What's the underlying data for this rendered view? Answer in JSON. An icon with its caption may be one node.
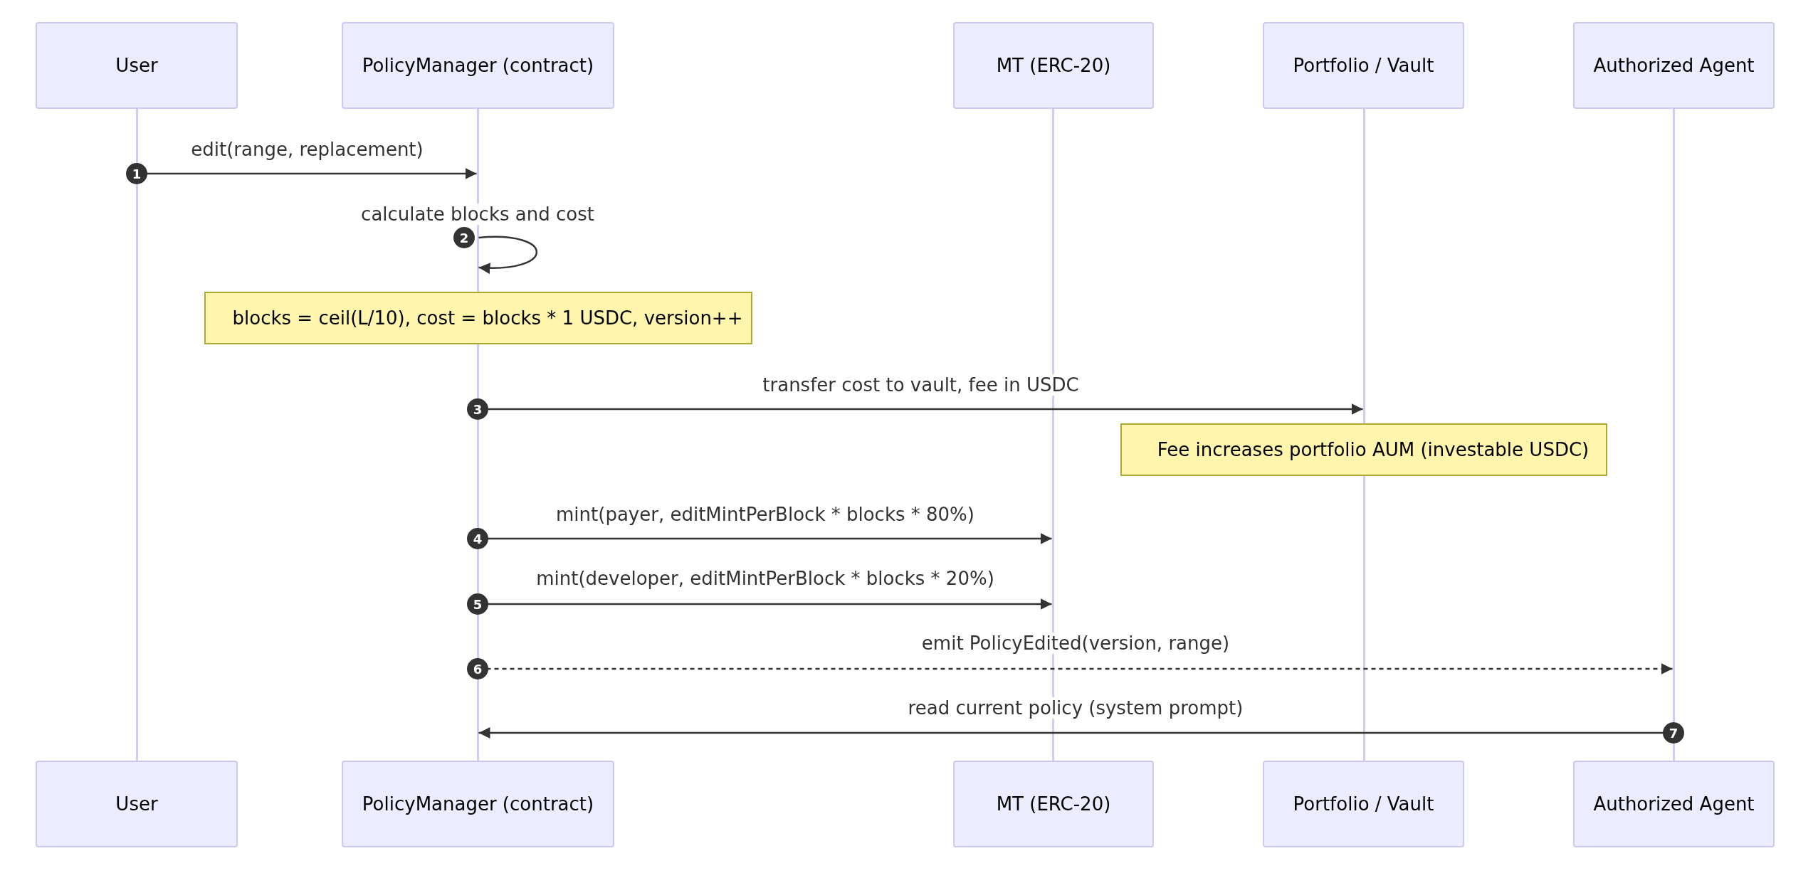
{
  "diagram": {
    "nodes": [
      {
        "text": [
          "User"
        ]
      },
      {
        "text": [
          "PolicyManager (contract)"
        ]
      },
      {
        "text": [
          "MT (ERC-20)"
        ]
      },
      {
        "text": [
          "Portfolio / Vault"
        ]
      },
      {
        "text": [
          "Authorized Agent"
        ]
      },
      {
        "text": [],
        "shape": "bar"
      },
      {
        "text": [],
        "shape": "bar"
      },
      {
        "text": [],
        "shape": "bar"
      },
      {
        "text": [],
        "shape": "bar"
      },
      {
        "text": [],
        "shape": "bar"
      },
      {
        "text": [
          "User"
        ]
      },
      {
        "text": [
          "PolicyManager (contract)"
        ]
      },
      {
        "text": [
          "MT (ERC-20)"
        ]
      },
      {
        "text": [
          "Portfolio / Vault"
        ]
      },
      {
        "text": [
          "Authorized Agent"
        ]
      },
      {
        "text": [
          "blocks = ceil(L/10), cost = blocks * 1 USDC, version++"
        ]
      },
      {
        "text": [
          "Fee increases portfolio AUM (investable USDC)"
        ]
      }
    ],
    "edges": [
      {
        "from": 5,
        "to": 6,
        "arrow": "to",
        "label": "edit(range, replacement)"
      },
      {
        "from": 6,
        "to": 6,
        "arrow": "to",
        "label": "calculate blocks and cost"
      },
      {
        "from": 6,
        "to": 8,
        "arrow": "to",
        "label": "transfer cost to vault, fee in USDC"
      },
      {
        "from": 6,
        "to": 7,
        "arrow": "to",
        "label": "mint(payer, editMintPerBlock * blocks * 80%)"
      },
      {
        "from": 6,
        "to": 7,
        "arrow": "to",
        "label": "mint(developer, editMintPerBlock * blocks * 20%)"
      },
      {
        "from": 6,
        "to": 9,
        "arrow": "to",
        "label": "emit PolicyEdited(version, range)",
        "style": "dashed"
      },
      {
        "from": 9,
        "to": 6,
        "arrow": "to",
        "label": "read current policy (system prompt)"
      }
    ],
    "labels": [
      "1",
      "2",
      "3",
      "4",
      "5",
      "6",
      "7"
    ]
  }
}
